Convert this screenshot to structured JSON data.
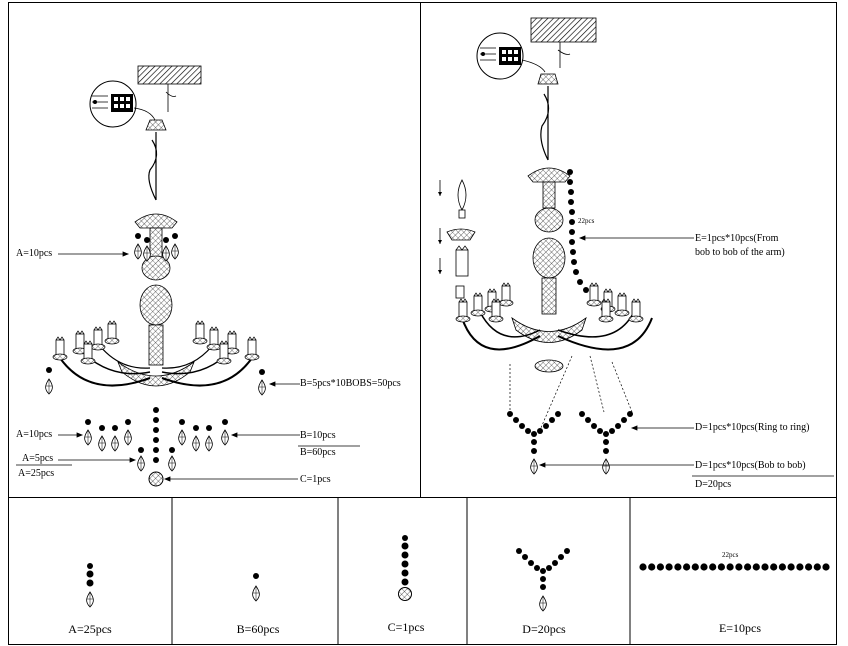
{
  "left_panel": {
    "labels": {
      "a_top": "A=10pcs",
      "b_bobs": "B=5pcs*10BOBS=50pcs",
      "a_mid": "A=10pcs",
      "b_10": "B=10pcs",
      "b_60": "B=60pcs",
      "a_5": "A=5pcs",
      "a_25": "A=25pcs",
      "c_1": "C=1pcs"
    }
  },
  "right_panel": {
    "labels": {
      "e_line1": "E=1pcs*10pcs(From",
      "e_line2": "bob to bob of the arm)",
      "count_22": "22pcs",
      "d_ring": "D=1pcs*10pcs(Ring to ring)",
      "d_bob": "D=1pcs*10pcs(Bob to bob)",
      "d_20": "D=20pcs"
    }
  },
  "parts": [
    {
      "caption": "A=25pcs"
    },
    {
      "caption": "B=60pcs"
    },
    {
      "caption": "C=1pcs"
    },
    {
      "caption": "D=20pcs"
    },
    {
      "caption": "E=10pcs",
      "count": "22pcs"
    }
  ]
}
